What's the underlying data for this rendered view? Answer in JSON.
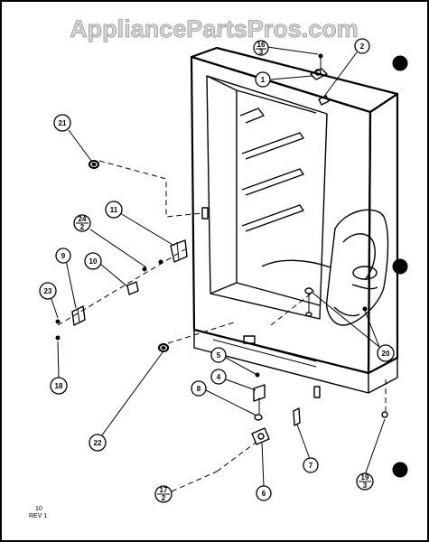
{
  "watermark": "AppliancePartsPros.com",
  "revision": {
    "line1": "10",
    "line2": "REV 1"
  },
  "callouts": [
    {
      "id": "16",
      "qty": "3"
    },
    {
      "id": "2"
    },
    {
      "id": "1"
    },
    {
      "id": "21"
    },
    {
      "id": "11"
    },
    {
      "id": "24",
      "qty": "2"
    },
    {
      "id": "9"
    },
    {
      "id": "10"
    },
    {
      "id": "23"
    },
    {
      "id": "18"
    },
    {
      "id": "20"
    },
    {
      "id": "22"
    },
    {
      "id": "5"
    },
    {
      "id": "4"
    },
    {
      "id": "8"
    },
    {
      "id": "7"
    },
    {
      "id": "19",
      "qty": "3"
    },
    {
      "id": "17",
      "qty": "2"
    },
    {
      "id": "6"
    }
  ]
}
